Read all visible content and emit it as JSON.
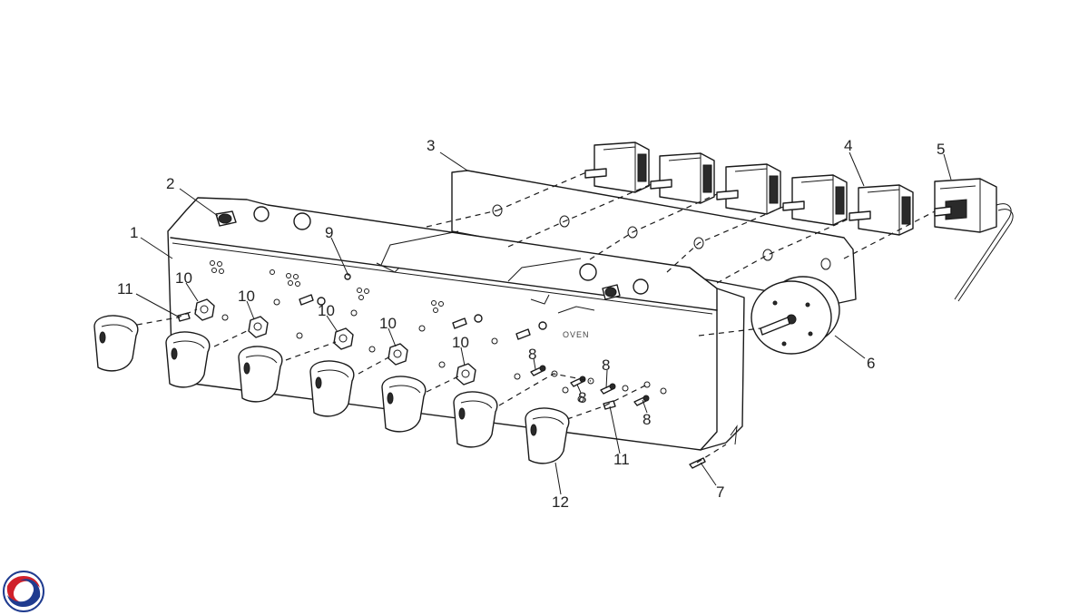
{
  "diagram": {
    "panel_text": "OVEN",
    "callouts": [
      {
        "id": "c1",
        "text": "1"
      },
      {
        "id": "c2",
        "text": "2"
      },
      {
        "id": "c3",
        "text": "3"
      },
      {
        "id": "c4",
        "text": "4"
      },
      {
        "id": "c5",
        "text": "5"
      },
      {
        "id": "c6",
        "text": "6"
      },
      {
        "id": "c7",
        "text": "7"
      },
      {
        "id": "c8a",
        "text": "8"
      },
      {
        "id": "c8b",
        "text": "8"
      },
      {
        "id": "c8c",
        "text": "8"
      },
      {
        "id": "c8d",
        "text": "8"
      },
      {
        "id": "c9",
        "text": "9"
      },
      {
        "id": "c10a",
        "text": "10"
      },
      {
        "id": "c10b",
        "text": "10"
      },
      {
        "id": "c10c",
        "text": "10"
      },
      {
        "id": "c10d",
        "text": "10"
      },
      {
        "id": "c10e",
        "text": "10"
      },
      {
        "id": "c11a",
        "text": "11"
      },
      {
        "id": "c11b",
        "text": "11"
      },
      {
        "id": "c12",
        "text": "12"
      }
    ]
  },
  "colors": {
    "logo_red": "#d0202a",
    "logo_blue": "#1f3b8f"
  },
  "icons": {
    "logo": "brand-swirl-icon"
  }
}
